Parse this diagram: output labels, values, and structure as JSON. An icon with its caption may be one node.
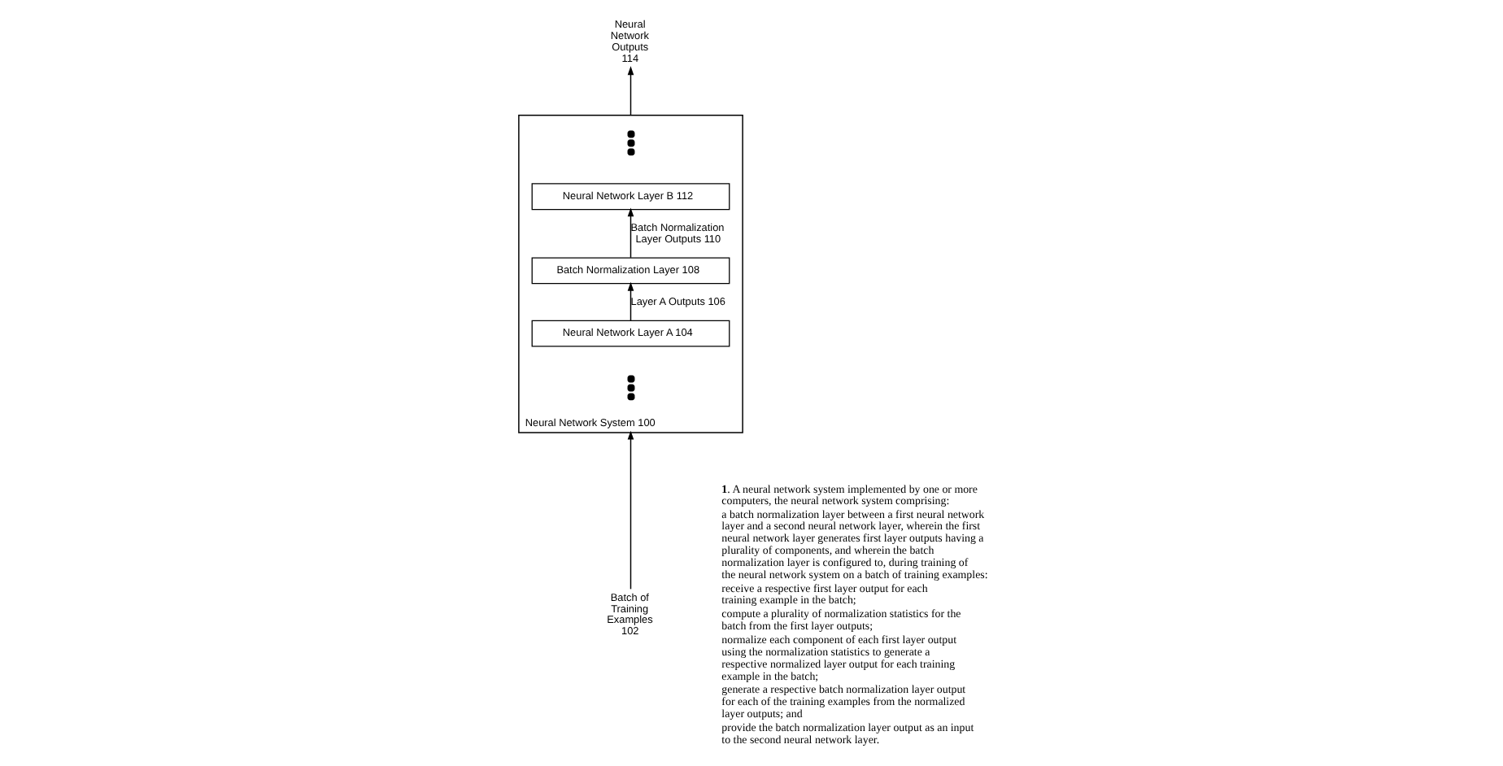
{
  "diagram": {
    "nodes": [
      {
        "text": [
          "Neural Network System 100"
        ]
      },
      {
        "text": [
          "Neural Network Layer B 112"
        ],
        "in": 0
      },
      {
        "text": [
          "Batch Normalization Layer 108"
        ],
        "in": 0
      },
      {
        "text": [
          "Neural Network Layer A 104"
        ],
        "in": 0
      },
      {
        "text": [
          "Batch of Training Examples 102"
        ]
      },
      {
        "text": [
          "Neural Network Outputs 114"
        ]
      }
    ],
    "edges": [
      {
        "from": 4,
        "to": 0,
        "arrow": "to"
      },
      {
        "from": 3,
        "to": 2,
        "arrow": "to",
        "label": "Layer A Outputs 106"
      },
      {
        "from": 2,
        "to": 1,
        "arrow": "to",
        "label": "Batch Normalization Layer Outputs 110"
      },
      {
        "from": 0,
        "to": 5,
        "arrow": "to"
      }
    ],
    "labels": [
      "**1**. A neural network system implemented by one or more computers, the neural network system comprising:",
      "a batch normalization layer between a first neural network layer and a second neural network layer, wherein the first neural network layer generates first layer outputs having a plurality of components, and wherein the batch normalization layer is configured to, during training of the neural network system on a batch of training examples:",
      "receive a respective first layer output for each training example in the batch;",
      "compute a plurality of normalization statistics for the batch from the first layer outputs;",
      "normalize each component of each first layer output using the normalization statistics to generate a respective normalized layer output for each training example in the batch;",
      "generate a respective batch normalization layer output for each of the training examples from the normalized layer outputs; and",
      "provide the batch normalization layer output as an input to the second neural network layer."
    ]
  }
}
